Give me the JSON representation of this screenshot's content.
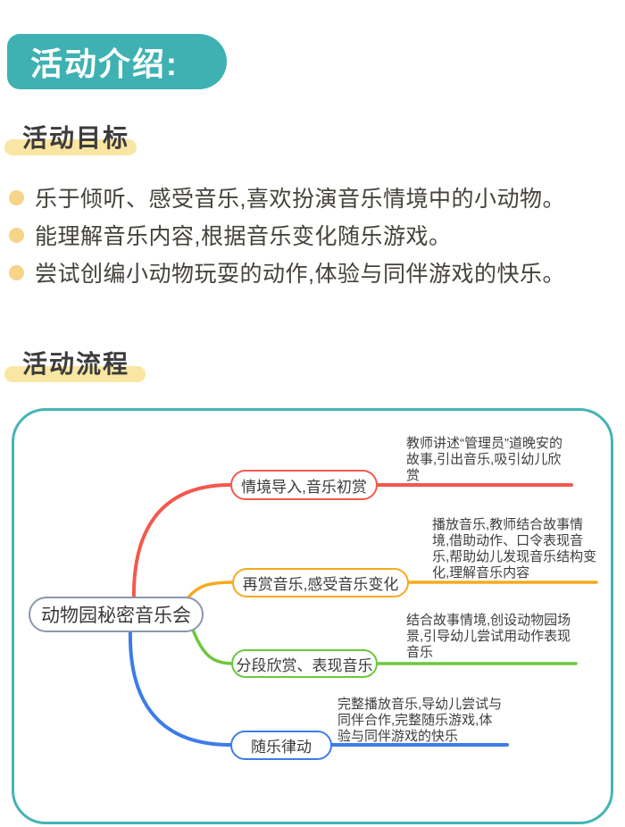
{
  "banner": {
    "title": "活动介绍:"
  },
  "goals": {
    "heading": "活动目标",
    "items": [
      "乐于倾听、感受音乐,喜欢扮演音乐情境中的小动物。",
      "能理解音乐内容,根据音乐变化随乐游戏。",
      "尝试创编小动物玩耍的动作,体验与同伴游戏的快乐。"
    ]
  },
  "process": {
    "heading": "活动流程"
  },
  "mindmap": {
    "root": {
      "label": "动物园秘密音乐会"
    },
    "branches": [
      {
        "label": "情境导入,音乐初赏",
        "color": "#F4584C",
        "note_lines": [
          "教师讲述“管理员”道晚安的",
          "故事,引出音乐,吸引幼儿欣",
          "赏"
        ]
      },
      {
        "label": "再赏音乐,感受音乐变化",
        "color": "#F7A91E",
        "note_lines": [
          "播放音乐,教师结合故事情",
          "境,借助动作、口令表现音",
          "乐,帮助幼儿发现音乐结构变",
          "化,理解音乐内容"
        ]
      },
      {
        "label": "分段欣赏、表现音乐",
        "color": "#6CC83D",
        "note_lines": [
          "结合故事情境,创设动物园场",
          "景,引导幼儿尝试用动作表现",
          "音乐"
        ]
      },
      {
        "label": "随乐律动",
        "color": "#3D7CE8",
        "note_lines": [
          "完整播放音乐,导幼儿尝试与",
          "同伴合作,完整随乐游戏,体",
          "验与同伴游戏的快乐"
        ]
      }
    ]
  },
  "colors": {
    "teal": "#3FB1B2",
    "container_border": "#45B4B6",
    "highlight_yellow": "#FAE6A3",
    "bullet_gold": "#F6D488",
    "root_border": "#8A96B0",
    "text_dark": "#3C3C3C"
  }
}
